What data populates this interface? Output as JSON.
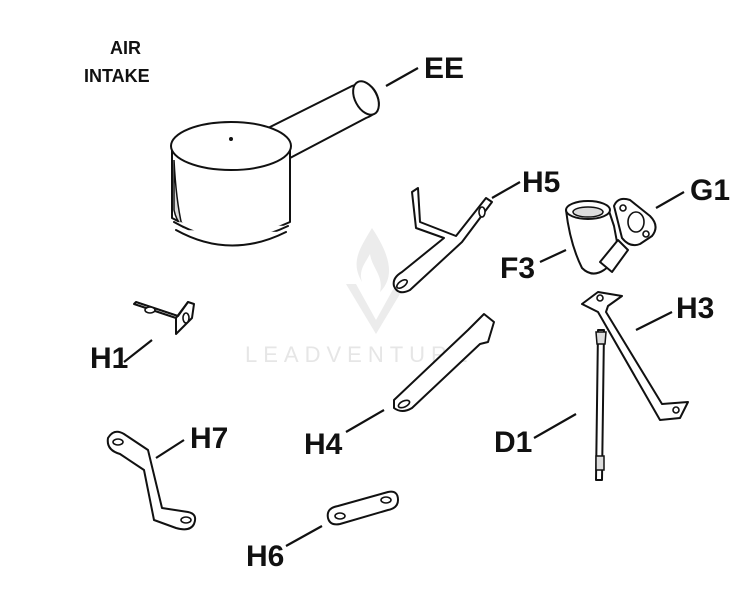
{
  "title_lines": [
    "AIR",
    "INTAKE"
  ],
  "watermark": "LEADVENTURE",
  "callouts": {
    "ee": "EE",
    "h5": "H5",
    "g1": "G1",
    "f3": "F3",
    "h3": "H3",
    "h1": "H1",
    "h4": "H4",
    "d1": "D1",
    "h7": "H7",
    "h6": "H6"
  },
  "colors": {
    "ink": "#111111",
    "paper": "#ffffff",
    "watermark": "#e6e6e6"
  }
}
